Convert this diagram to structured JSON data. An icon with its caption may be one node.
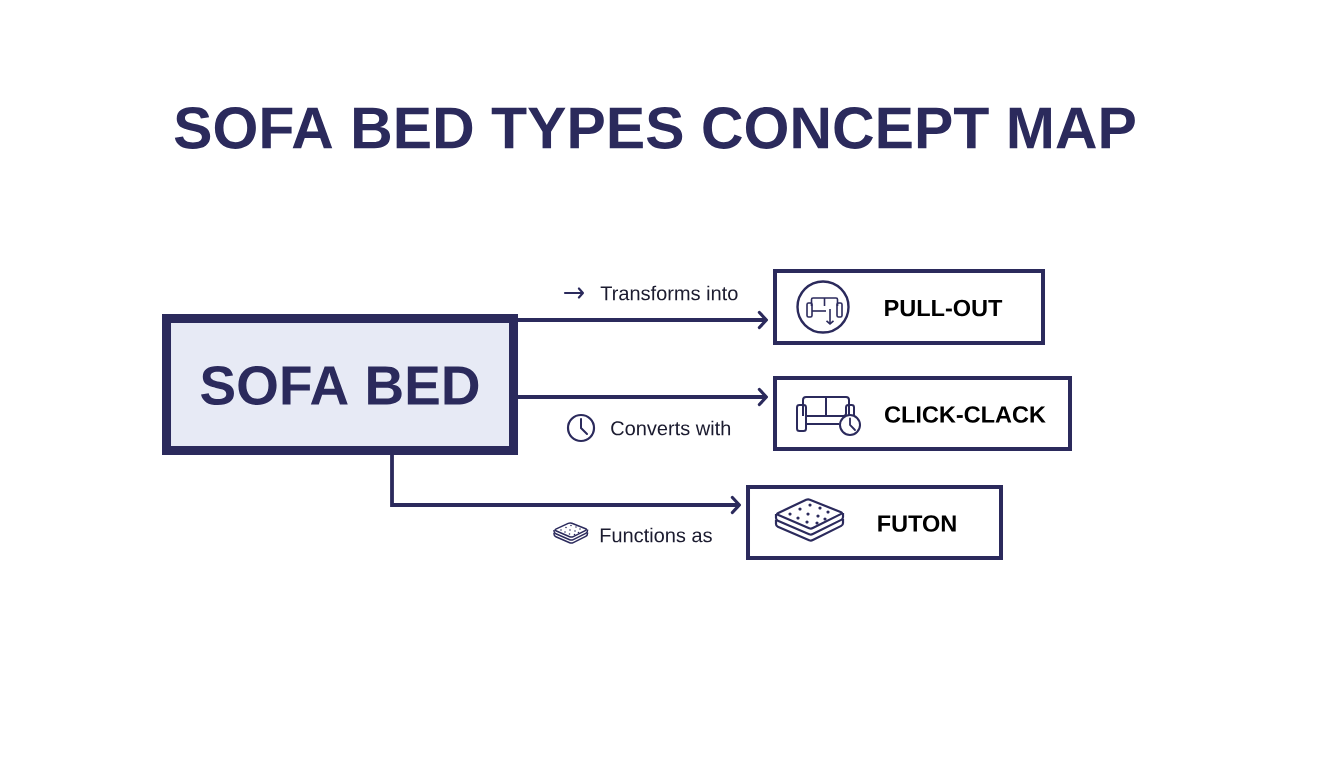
{
  "diagram": {
    "title": "SOFA BED TYPES CONCEPT MAP",
    "nodes": [
      {
        "text": [
          "SOFA BED"
        ]
      },
      {
        "text": [
          "PULL-OUT"
        ]
      },
      {
        "text": [
          "CLICK-CLACK"
        ]
      },
      {
        "text": [
          "FUTON"
        ]
      }
    ],
    "edges": [
      {
        "from": 0,
        "to": 1,
        "arrow": "to",
        "label": "Transforms into"
      },
      {
        "from": 0,
        "to": 2,
        "arrow": "to",
        "label": "Converts with"
      },
      {
        "from": 0,
        "to": 3,
        "arrow": "to",
        "label": "Functions as"
      }
    ]
  }
}
